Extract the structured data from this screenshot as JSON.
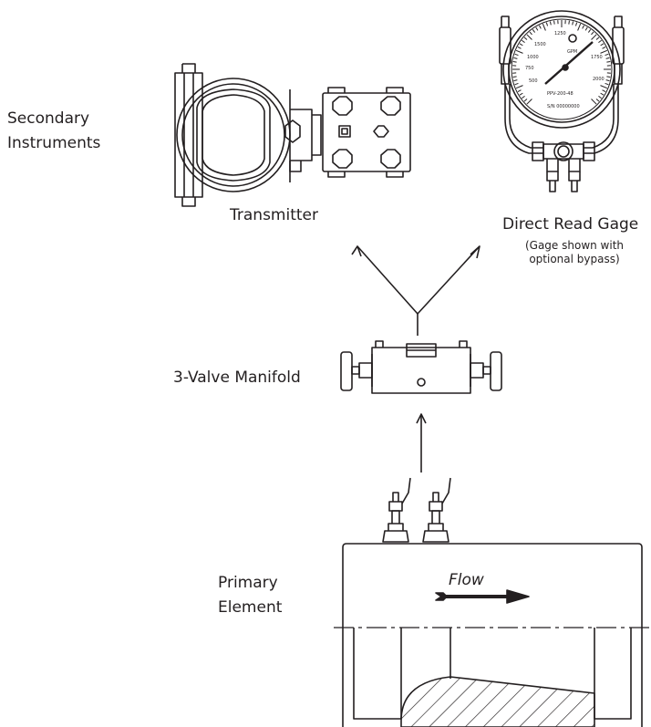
{
  "labels": {
    "secondary_line1": "Secondary",
    "secondary_line2": "Instruments",
    "transmitter": "Transmitter",
    "direct_read_gage": "Direct Read Gage",
    "gage_note_line1": "(Gage shown with",
    "gage_note_line2": "optional bypass)",
    "manifold": "3-Valve Manifold",
    "primary_line1": "Primary",
    "primary_line2": "Element",
    "flow": "Flow"
  },
  "gage_face": {
    "scale_marks": [
      "1250",
      "1500",
      "1750",
      "2000",
      "1000",
      "750",
      "500"
    ],
    "unit": "GPM",
    "model": "PPV-200-48",
    "serial": "S/N 00000000"
  },
  "colors": {
    "line": "#231f20",
    "background": "#ffffff"
  }
}
